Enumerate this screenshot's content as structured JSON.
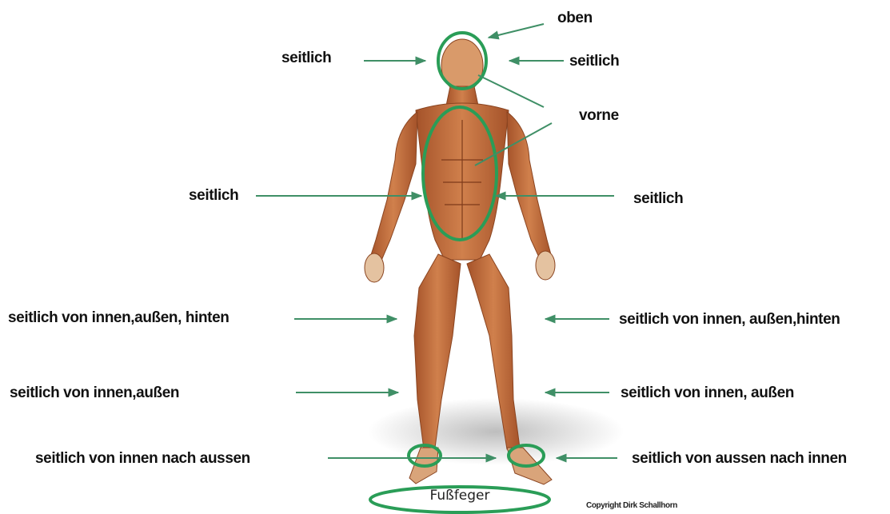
{
  "labels": {
    "oben": "oben",
    "seitlich_head_left": "seitlich",
    "seitlich_head_right": "seitlich",
    "vorne": "vorne",
    "seitlich_torso_left": "seitlich",
    "seitlich_torso_right": "seitlich",
    "thigh_left": "seitlich von innen,außen, hinten",
    "thigh_right": "seitlich von innen, außen,hinten",
    "shin_left": "seitlich von innen,außen",
    "shin_right": "seitlich von innen, außen",
    "ankle_left": "seitlich von innen nach aussen",
    "ankle_right": "seitlich von aussen nach innen",
    "fussfeger": "Fußfeger",
    "copyright": "Copyright Dirk Schallhorn"
  },
  "colors": {
    "accent_green": "#2a9d57",
    "arrow_green": "#3f8f66",
    "muscle": "#c8713f",
    "muscle_dark": "#9c4b22",
    "tendon": "#ecd3b0"
  }
}
